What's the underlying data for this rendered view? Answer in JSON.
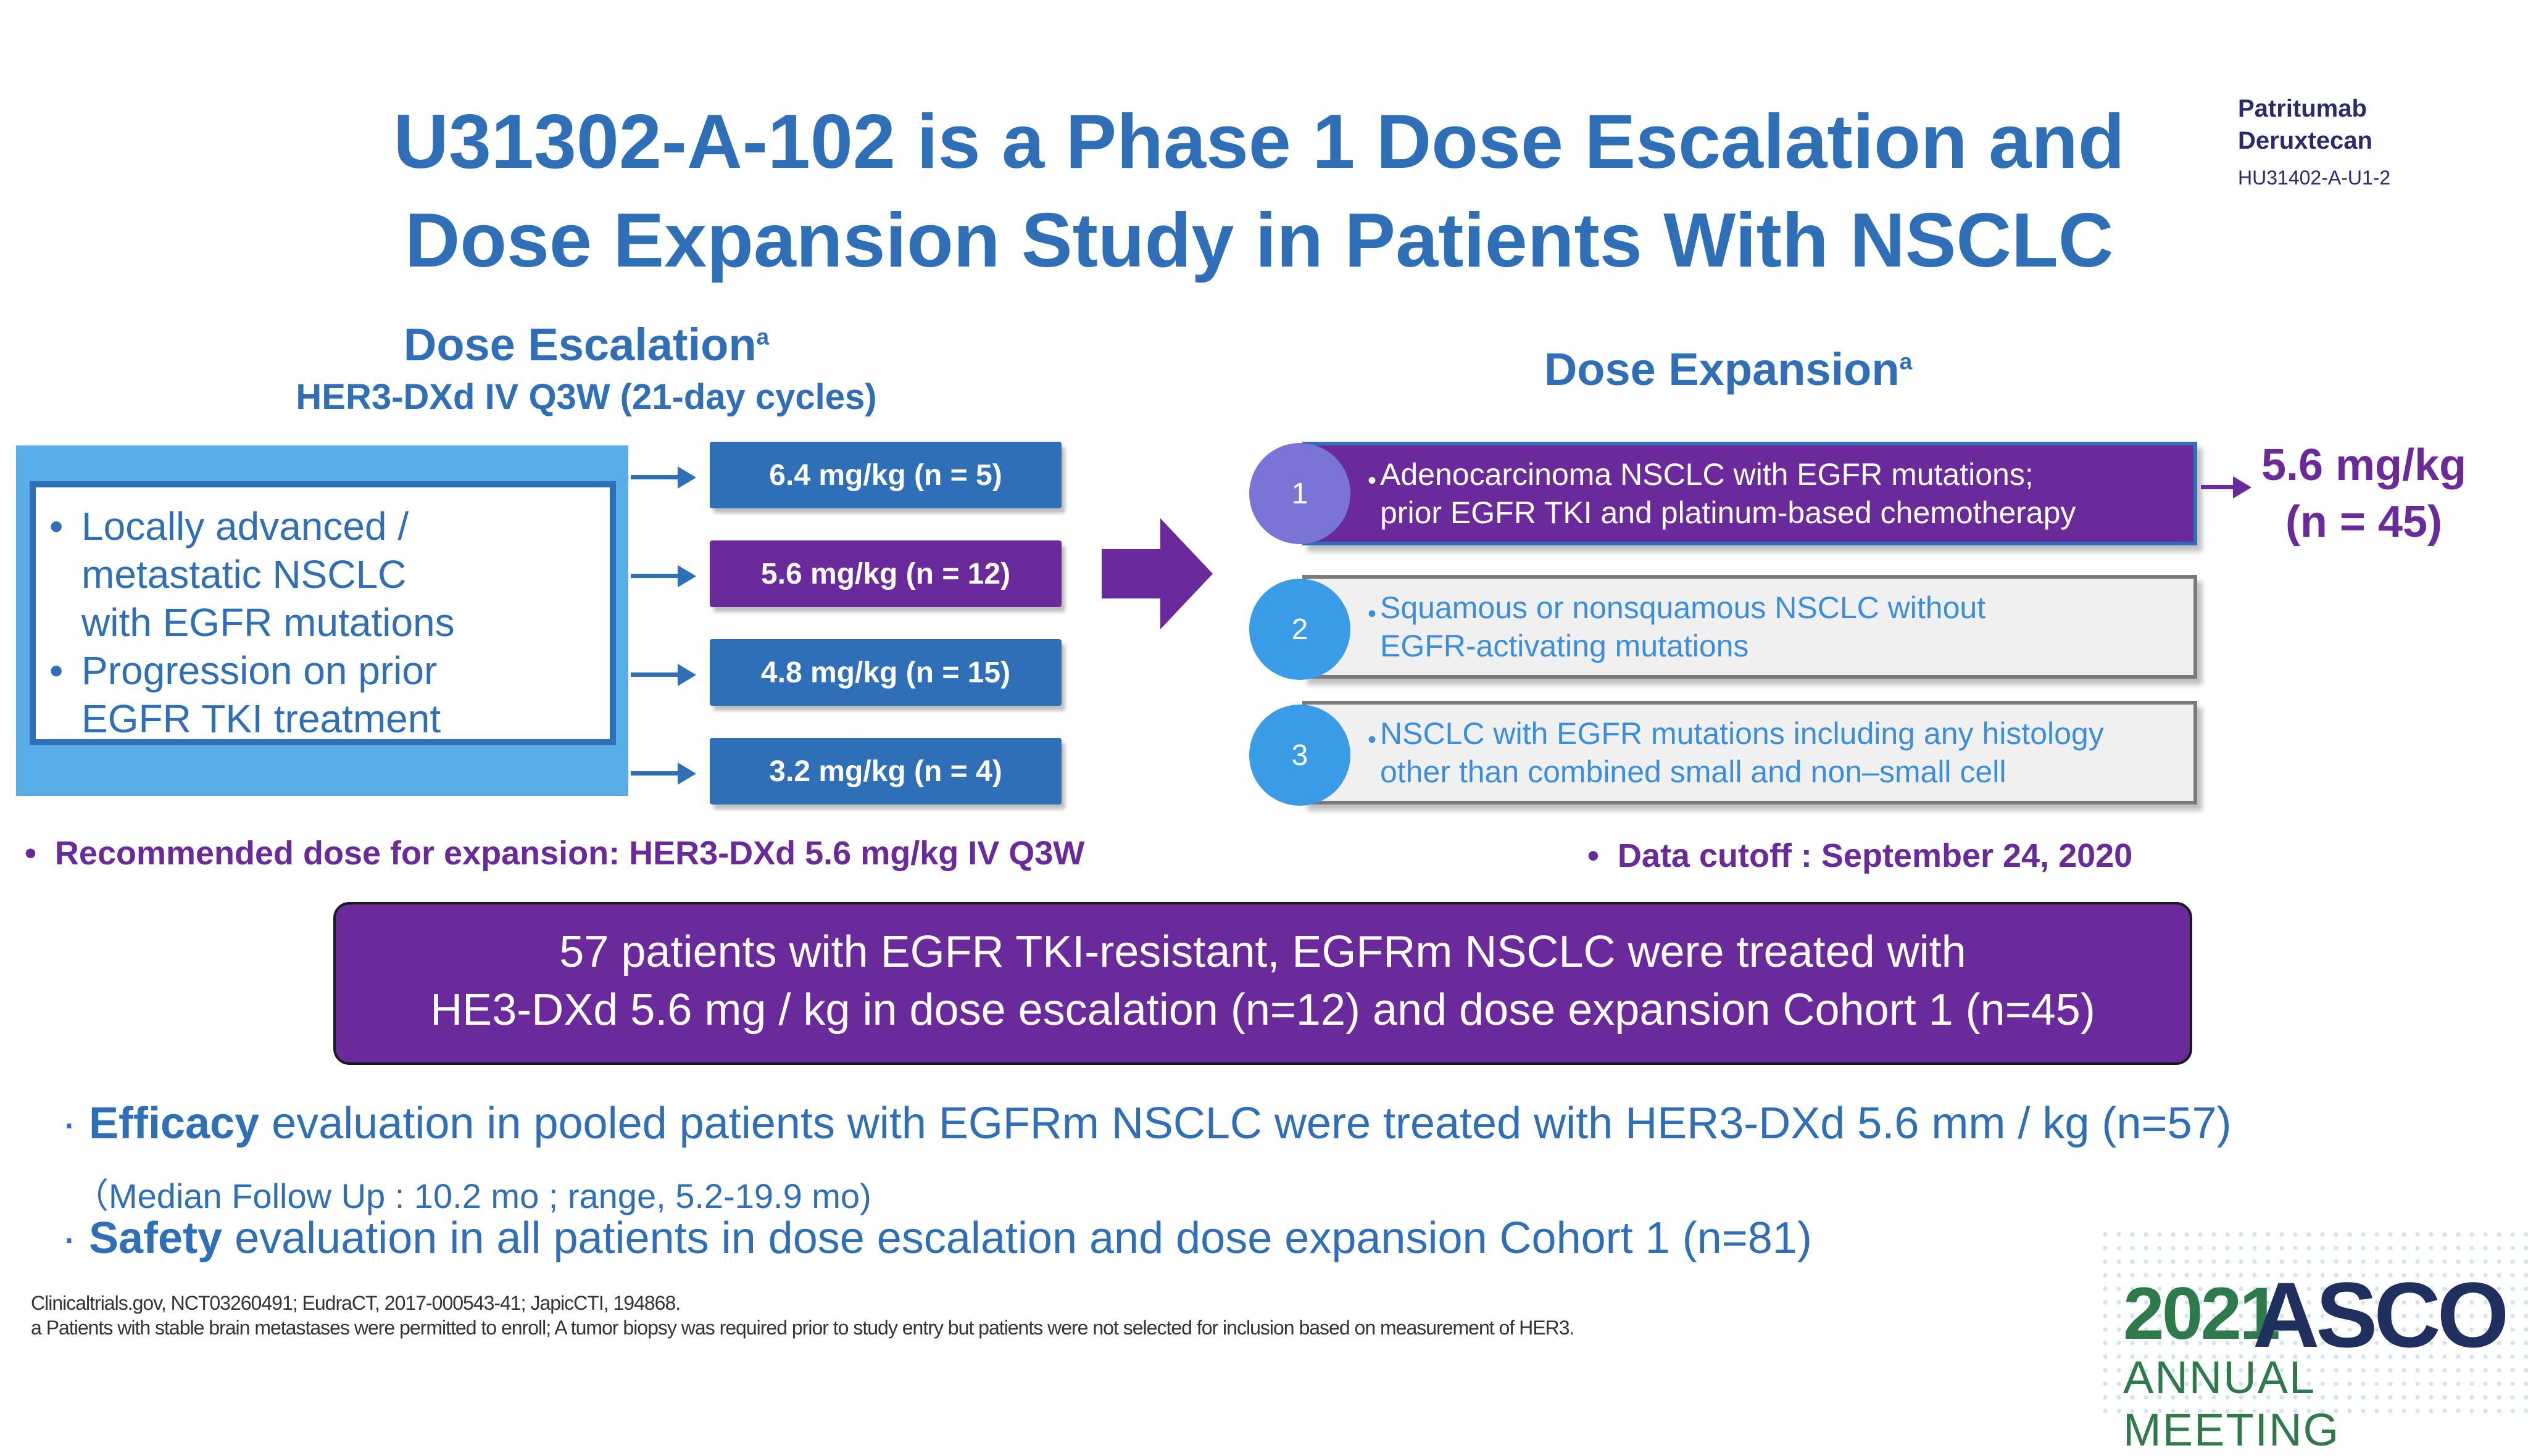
{
  "title": {
    "line1": "U31302-A-102 is a Phase 1 Dose Escalation and",
    "line2": "Dose Expansion Study in Patients With NSCLC"
  },
  "brand": {
    "line1": "Patritumab",
    "line2": "Deruxtecan",
    "code": "HU31402-A-U1-2"
  },
  "escalation": {
    "heading": "Dose Escalation",
    "sup": "a",
    "subheading": "HER3-DXd IV Q3W (21-day cycles)",
    "population": [
      "Locally advanced /",
      "metastatic NSCLC",
      "with EGFR mutations",
      "Progression on prior",
      "EGFR TKI treatment"
    ],
    "doses": [
      "6.4 mg/kg (n = 5)",
      "5.6 mg/kg (n = 12)",
      "4.8 mg/kg (n = 15)",
      "3.2 mg/kg (n = 4)"
    ],
    "recommended": "Recommended dose for expansion: HER3-DXd 5.6 mg/kg IV Q3W"
  },
  "expansion": {
    "heading": "Dose Expansion",
    "sup": "a",
    "cohorts": [
      {
        "num": "1",
        "line1": "Adenocarcinoma NSCLC with EGFR mutations;",
        "line2": "prior EGFR TKI and platinum-based chemotherapy"
      },
      {
        "num": "2",
        "line1": "Squamous or nonsquamous NSCLC without",
        "line2": "EGFR-activating mutations"
      },
      {
        "num": "3",
        "line1": "NSCLC with EGFR mutations including any histology",
        "line2": "other than combined small and non–small cell"
      }
    ],
    "dose_line1": "5.6 mg/kg",
    "dose_line2": "(n = 45)",
    "cutoff": "Data cutoff : September 24, 2020"
  },
  "summary": {
    "line1": "57 patients with EGFR TKI-resistant, EGFRm NSCLC were treated with",
    "line2": "HE3-DXd 5.6 mg / kg in dose escalation (n=12) and dose expansion Cohort 1 (n=45)"
  },
  "efficacy": {
    "bold": "Efficacy",
    "rest": " evaluation in pooled patients with EGFRm NSCLC were treated with HER3-DXd 5.6 mm / kg (n=57)",
    "followup": "（Median Follow Up : 10.2 mo ; range, 5.2-19.9 mo)"
  },
  "safety": {
    "bold": "Safety",
    "rest": " evaluation in all patients in dose escalation and dose expansion Cohort 1 (n=81)"
  },
  "footnotes": {
    "line1": "Clinicaltrials.gov, NCT03260491; EudraCT, 2017-000543-41; JapicCTI, 194868.",
    "line2": "a Patients with stable brain metastases were permitted to enroll; A tumor biopsy was required prior to study entry but patients were not selected for inclusion based on measurement of HER3."
  },
  "logo": {
    "year": "2021",
    "name": "ASCO",
    "sub": "ANNUAL MEETING"
  },
  "colors": {
    "blue": "#2e6fb7",
    "purple": "#6a2a9c",
    "light_blue": "#5aaee8"
  }
}
